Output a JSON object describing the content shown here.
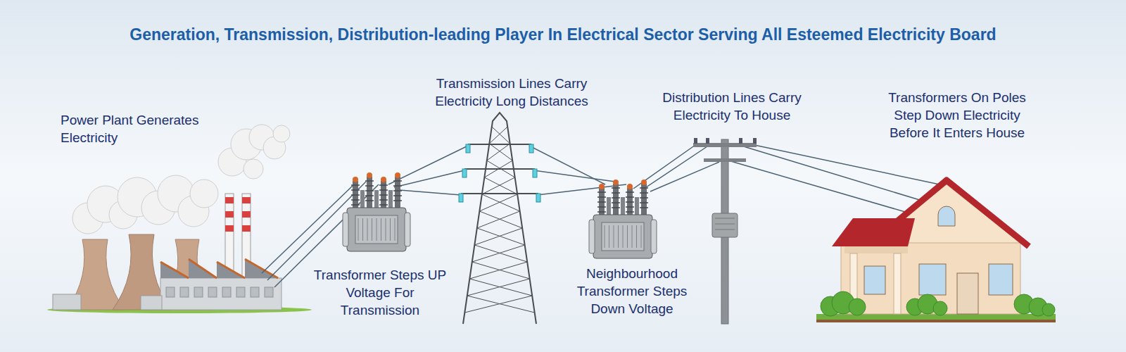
{
  "diagram": {
    "title": "Generation, Transmission, Distribution-leading Player In Electrical Sector Serving All Esteemed Electricity Board",
    "labels": [
      "Power Plant Generates Electricity",
      "Transformer Steps UP Voltage For Transmission",
      "Transmission Lines Carry Electricity Long Distances",
      "Neighbourhood Transformer Steps Down Voltage",
      "Distribution Lines Carry Electricity To House",
      "Transformers On Poles Step Down Electricity Before It Enters House"
    ]
  }
}
